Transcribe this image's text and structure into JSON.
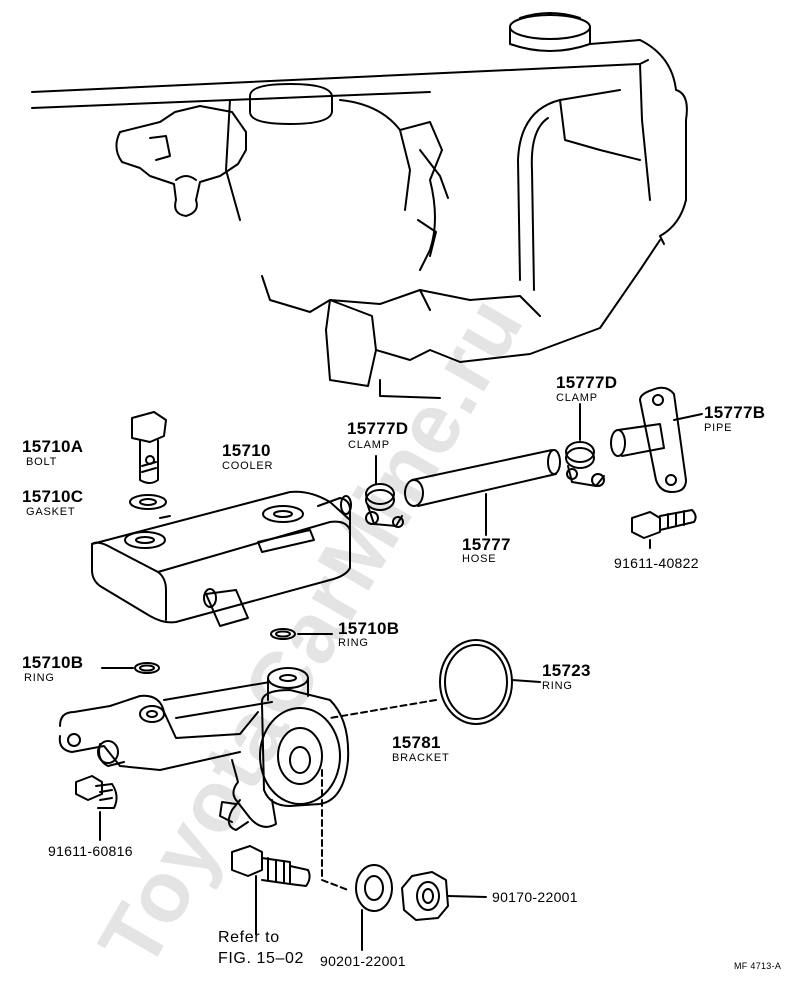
{
  "watermark": "ToyotaCarMine.ru",
  "diagram_code": "MF 4713-A",
  "parts": {
    "bolt": {
      "number": "15710A",
      "name": "BOLT"
    },
    "gasket": {
      "number": "15710C",
      "name": "GASKET"
    },
    "cooler": {
      "number": "15710",
      "name": "COOLER"
    },
    "clamp_left": {
      "number": "15777D",
      "name": "CLAMP"
    },
    "clamp_right": {
      "number": "15777D",
      "name": "CLAMP"
    },
    "pipe": {
      "number": "15777B",
      "name": "PIPE"
    },
    "hose": {
      "number": "15777",
      "name": "HOSE"
    },
    "pipe_bolt": {
      "number": "91611-40822"
    },
    "ring_right": {
      "number": "15710B",
      "name": "RING"
    },
    "ring_left": {
      "number": "15710B",
      "name": "RING"
    },
    "ring_large": {
      "number": "15723",
      "name": "RING"
    },
    "bracket": {
      "number": "15781",
      "name": "BRACKET"
    },
    "bracket_bolt": {
      "number": "91611-60816"
    },
    "nut": {
      "number": "90170-22001"
    },
    "washer": {
      "number": "90201-22001"
    }
  },
  "reference": {
    "line1": "Refer to",
    "line2": "FIG. 15–02"
  }
}
